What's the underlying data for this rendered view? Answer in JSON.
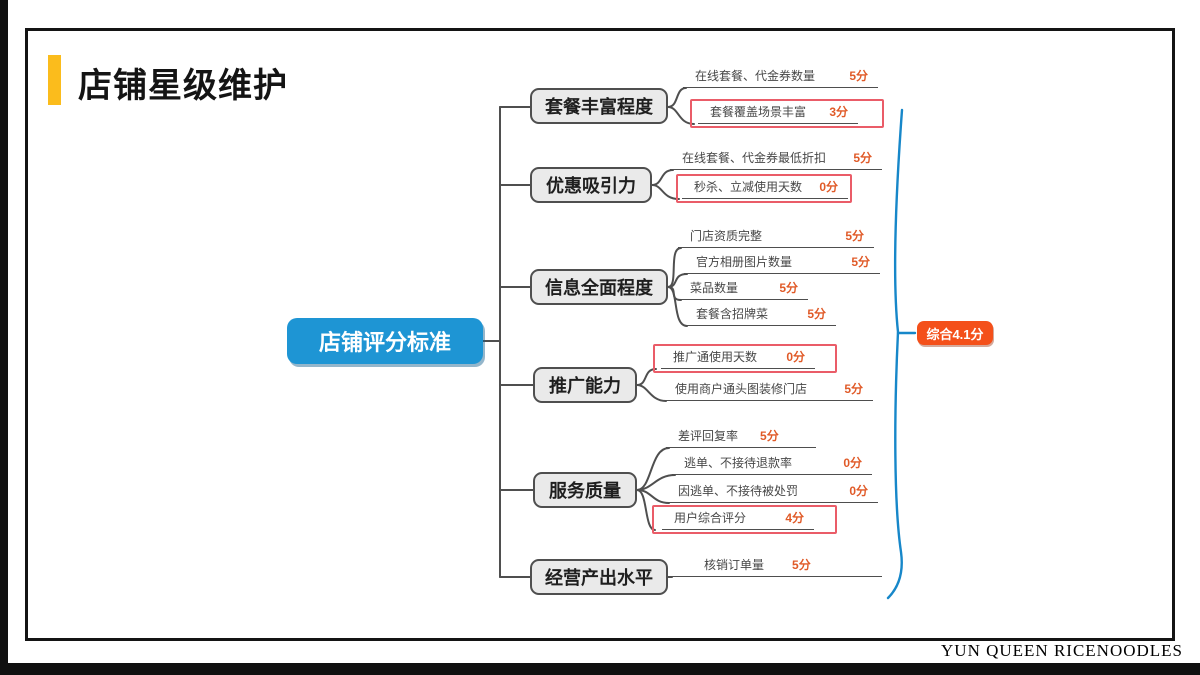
{
  "title": {
    "text": "店铺星级维护"
  },
  "footer": {
    "brand": "YUN QUEEN RICENOODLES"
  },
  "mindmap": {
    "root": {
      "label": "店铺评分标准"
    },
    "branches": [
      {
        "label": "套餐丰富程度",
        "leaves": [
          {
            "text": "在线套餐、代金券数量",
            "score": "5分",
            "highlighted": false
          },
          {
            "text": "套餐覆盖场景丰富",
            "score": "3分",
            "highlighted": true
          }
        ]
      },
      {
        "label": "优惠吸引力",
        "leaves": [
          {
            "text": "在线套餐、代金券最低折扣",
            "score": "5分",
            "highlighted": false
          },
          {
            "text": "秒杀、立减使用天数",
            "score": "0分",
            "highlighted": true
          }
        ]
      },
      {
        "label": "信息全面程度",
        "leaves": [
          {
            "text": "门店资质完整",
            "score": "5分",
            "highlighted": false
          },
          {
            "text": "官方相册图片数量",
            "score": "5分",
            "highlighted": false
          },
          {
            "text": "菜品数量",
            "score": "5分",
            "highlighted": false
          },
          {
            "text": "套餐含招牌菜",
            "score": "5分",
            "highlighted": false
          }
        ]
      },
      {
        "label": "推广能力",
        "leaves": [
          {
            "text": "推广通使用天数",
            "score": "0分",
            "highlighted": true
          },
          {
            "text": "使用商户通头图装修门店",
            "score": "5分",
            "highlighted": false
          }
        ]
      },
      {
        "label": "服务质量",
        "leaves": [
          {
            "text": "差评回复率",
            "score": "5分",
            "highlighted": false
          },
          {
            "text": "逃单、不接待退款率",
            "score": "0分",
            "highlighted": false
          },
          {
            "text": "因逃单、不接待被处罚",
            "score": "0分",
            "highlighted": false
          },
          {
            "text": "用户综合评分",
            "score": "4分",
            "highlighted": true
          }
        ]
      },
      {
        "label": "经营产出水平",
        "leaves": [
          {
            "text": "核销订单量",
            "score": "5分",
            "highlighted": false
          }
        ]
      }
    ],
    "summary_badge": {
      "label": "综合4.1分"
    }
  },
  "colors": {
    "accent_yellow": "#fbbc1c",
    "root_blue": "#1e95d4",
    "brace_blue": "#1787c9",
    "score_orange": "#e05a28",
    "badge_orange": "#f4501a",
    "highlight_box_red": "#ea5c68",
    "branch_fill": "#eaeaea",
    "line_gray": "#4f4f4f"
  }
}
